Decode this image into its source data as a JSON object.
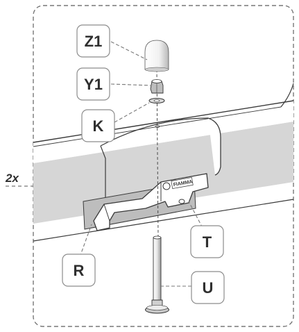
{
  "quantity_label": "2x",
  "part_labels": {
    "z1": "Z1",
    "y1": "Y1",
    "k": "K",
    "r": "R",
    "t": "T",
    "u": "U"
  },
  "bracket_brand": "FIAMMA",
  "colors": {
    "line": "#3a3a3a",
    "tube_fill": "#ffffff",
    "band_fill": "#d6d6d6",
    "label_border": "#8c8c8c",
    "dash": "#777777"
  }
}
